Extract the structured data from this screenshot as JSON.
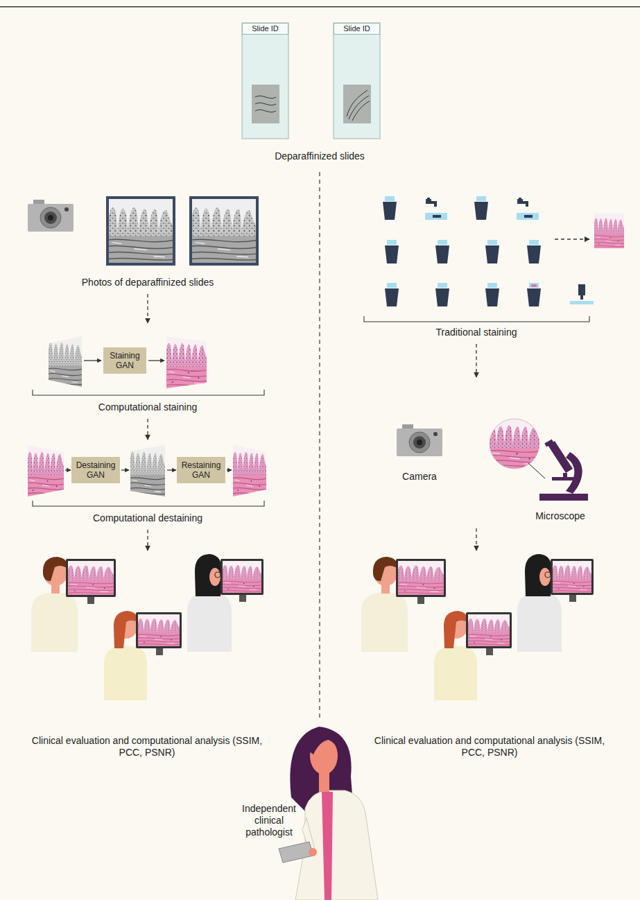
{
  "diagram": {
    "nodes": [
      {
        "text": [
          "Slide ID"
        ]
      },
      {
        "text": [
          "Slide ID"
        ]
      },
      {
        "text": [
          "Staining GAN"
        ]
      },
      {
        "text": [
          "Destaining GAN"
        ]
      },
      {
        "text": [
          "Restaining GAN"
        ]
      }
    ],
    "labels": [
      "Deparaffinized slides",
      "Photos of deparaffinized slides",
      "Computational staining",
      "Computational destaining",
      "Clinical evaluation and computational analysis (SSIM, PCC, PSNR)",
      "Traditional staining",
      "Camera",
      "Microscope",
      "Clinical evaluation and computational analysis (SSIM, PCC, PSNR)",
      "Independent clinical pathologist"
    ]
  }
}
